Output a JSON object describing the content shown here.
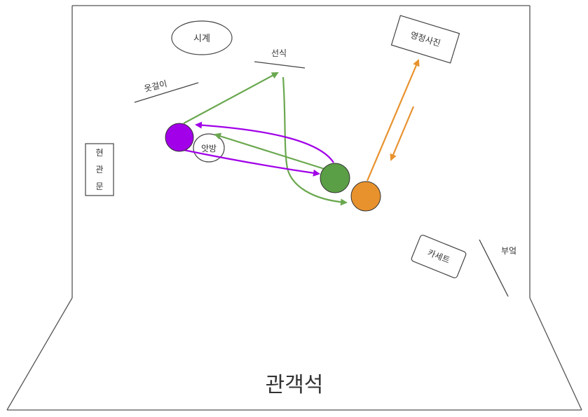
{
  "labels": {
    "clock": "시계",
    "wall_hanger": "옷걸이",
    "shelf": "선식",
    "portrait": "영정사진",
    "front_door": [
      "현",
      "관",
      "문"
    ],
    "inner_room": "앗방",
    "cassette": "카세트",
    "kitchen": "부엌",
    "audience": "관객석"
  },
  "characters": [
    {
      "id": "purple",
      "color": "#a100e8"
    },
    {
      "id": "green",
      "color": "#5a9e46"
    },
    {
      "id": "orange",
      "color": "#e8922e"
    }
  ],
  "colors": {
    "purple_path": "#a100e8",
    "green_path": "#6aa84f",
    "orange_path": "#e8922e",
    "stage_line": "#444444"
  }
}
